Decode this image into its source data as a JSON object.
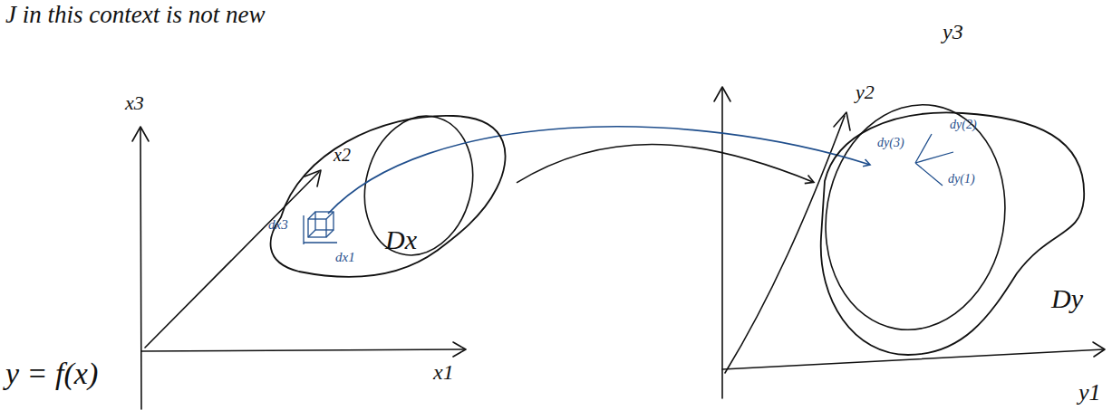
{
  "diagram": {
    "nodes": [
      {
        "text": [
          "Dx"
        ]
      },
      {
        "text": [
          "Dy"
        ]
      }
    ],
    "edges": [
      {
        "from": 0,
        "to": 1,
        "arrow": "to"
      }
    ],
    "labels": [
      "J in this context is not new",
      "x3",
      "x2",
      "x1",
      "dx3",
      "dx1",
      "y = f(x)",
      "y3",
      "y2",
      "dy(3)",
      "dy(2)",
      "dy(1)",
      "y1"
    ]
  }
}
